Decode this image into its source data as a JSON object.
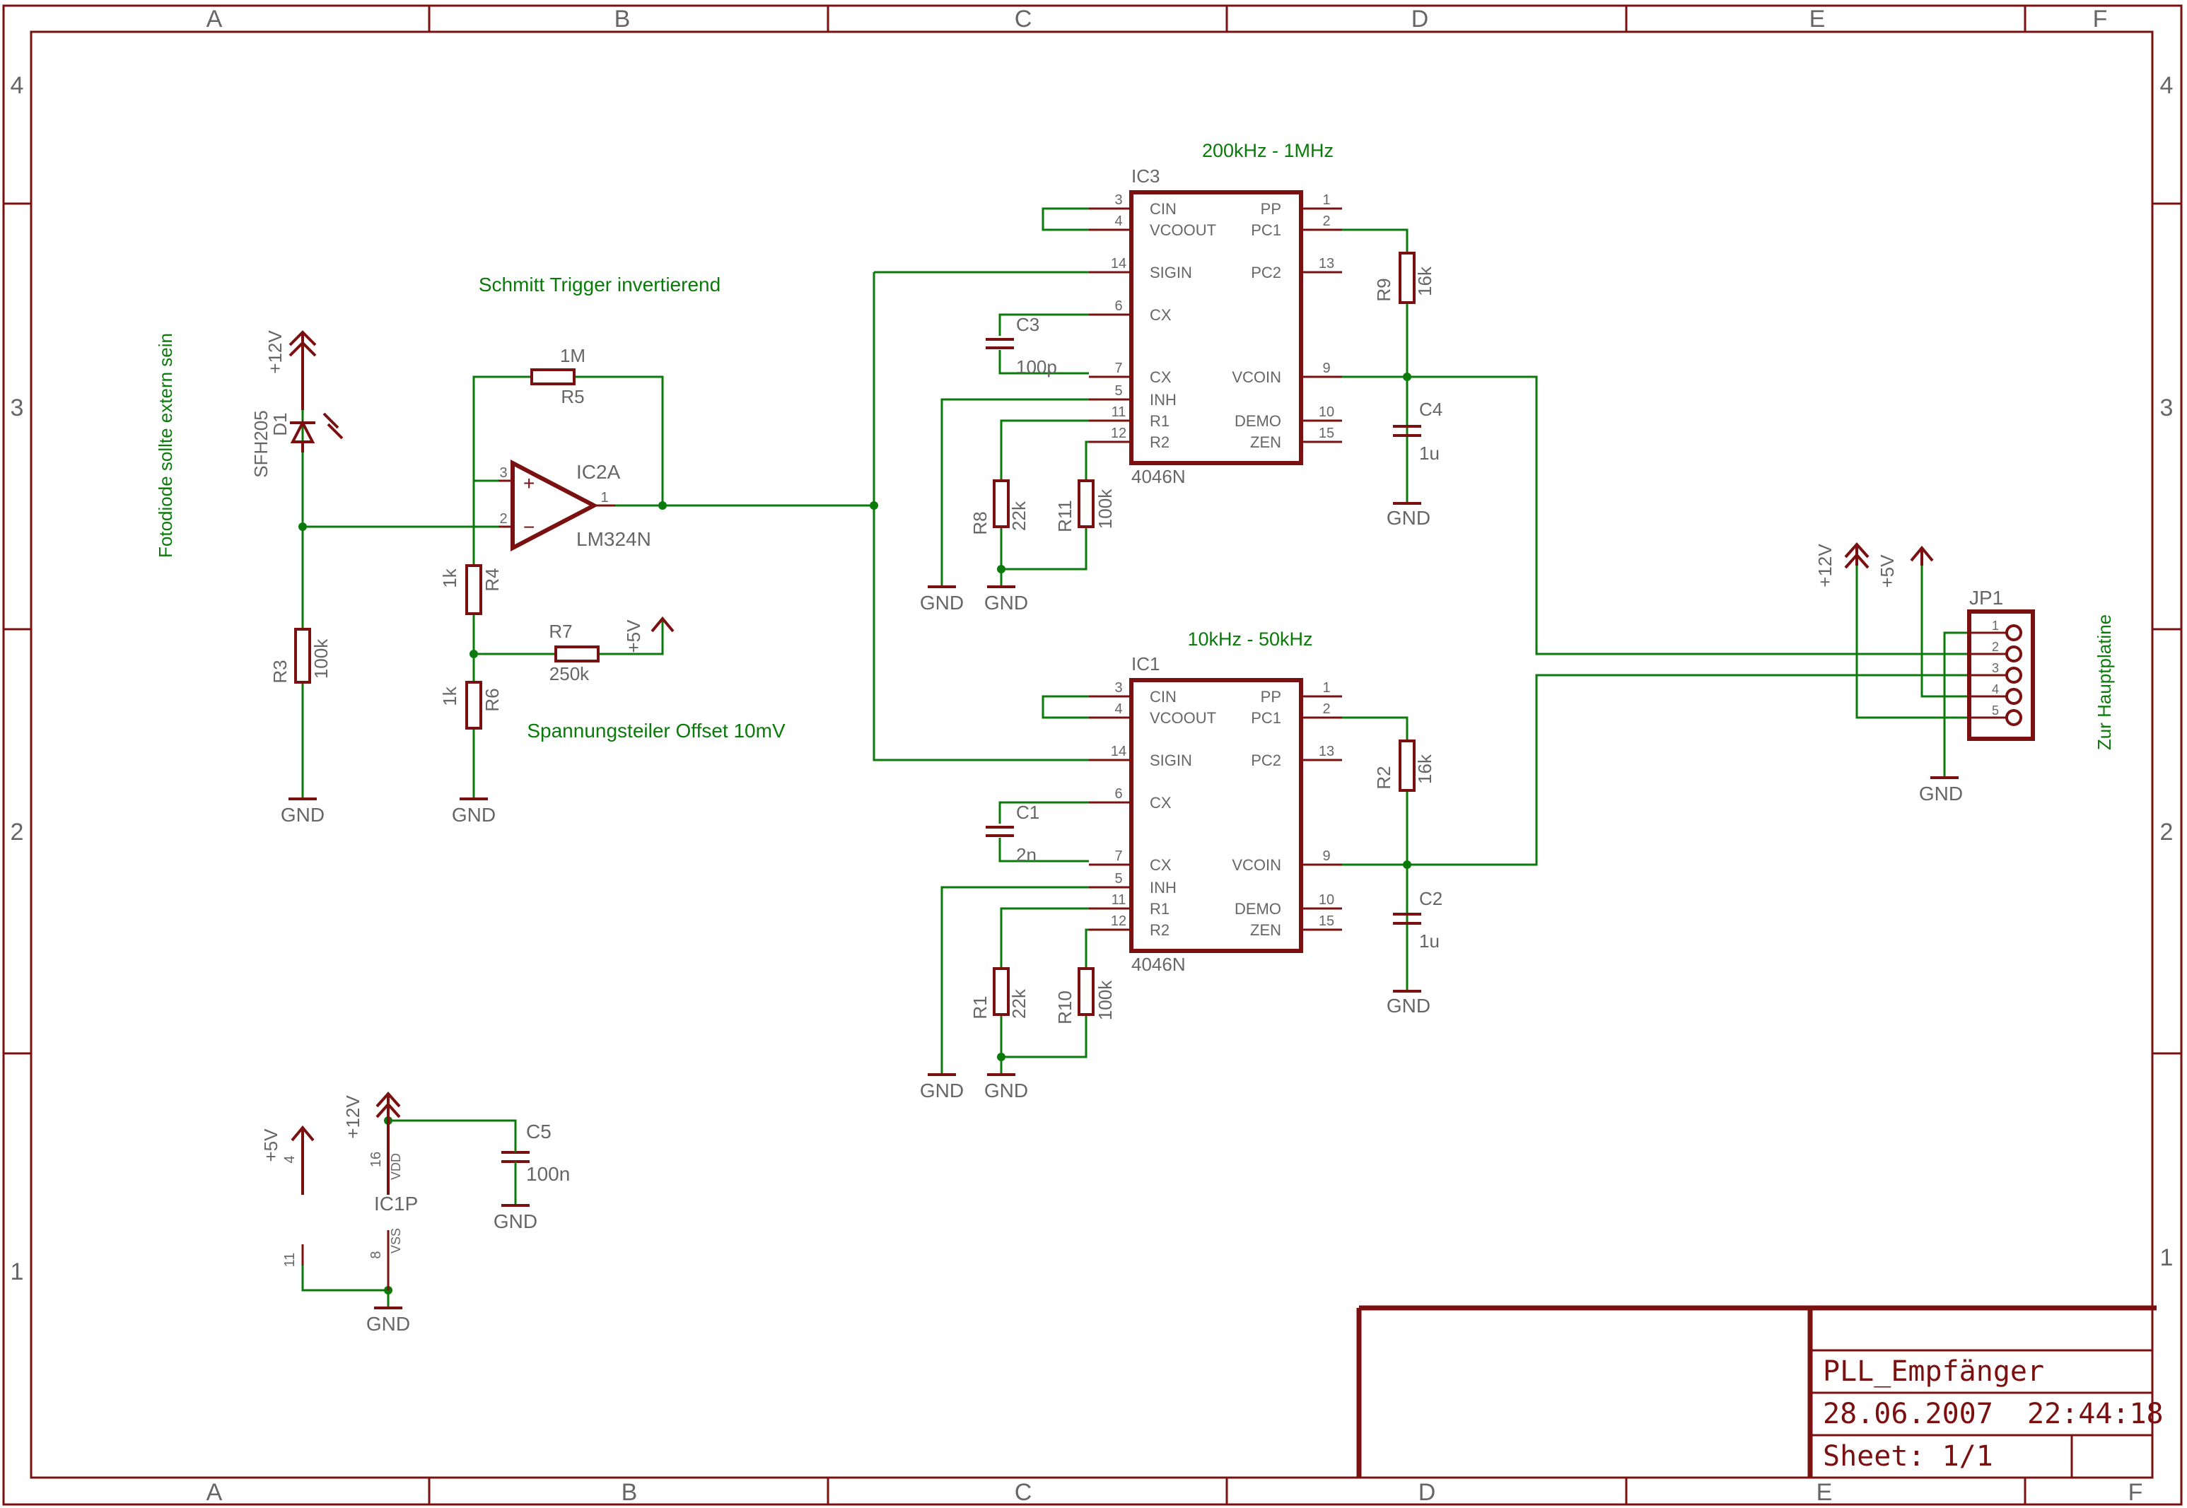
{
  "frame": {
    "columns": [
      "A",
      "B",
      "C",
      "D",
      "E",
      "F"
    ],
    "rows": [
      "4",
      "3",
      "2",
      "1"
    ]
  },
  "titleblock": {
    "title": "PLL_Empfänger",
    "datetime": "28.06.2007  22:44:18",
    "sheet": "Sheet: 1/1"
  },
  "notes": {
    "schmitt": "Schmitt Trigger invertierend",
    "divider": "Spannungsteiler Offset 10mV",
    "photodiode": "Fotodiode sollte extern sein",
    "mainboard": "Zur Hauptplatine",
    "range_top": "200kHz - 1MHz",
    "range_bottom": "10kHz - 50kHz"
  },
  "supply": {
    "p12": "+12V",
    "p5": "+5V",
    "gnd": "GND"
  },
  "parts": {
    "D1": {
      "name": "D1",
      "value": "SFH205"
    },
    "R3": {
      "name": "R3",
      "value": "100k"
    },
    "R5": {
      "name": "R5",
      "value": "1M"
    },
    "R4": {
      "name": "R4",
      "value": "1k"
    },
    "R6": {
      "name": "R6",
      "value": "1k"
    },
    "R7": {
      "name": "R7",
      "value": "250k"
    },
    "IC2A": {
      "name": "IC2A",
      "value": "LM324N",
      "pin_plus": "3",
      "pin_minus": "2",
      "pin_out": "1",
      "plus": "+",
      "minus": "−"
    },
    "IC3": {
      "name": "IC3",
      "value": "4046N"
    },
    "IC1": {
      "name": "IC1",
      "value": "4046N"
    },
    "C3": {
      "name": "C3",
      "value": "100p"
    },
    "C1": {
      "name": "C1",
      "value": "2n"
    },
    "C4": {
      "name": "C4",
      "value": "1u"
    },
    "C2": {
      "name": "C2",
      "value": "1u"
    },
    "C5": {
      "name": "C5",
      "value": "100n"
    },
    "R9": {
      "name": "R9",
      "value": "16k"
    },
    "R2": {
      "name": "R2",
      "value": "16k"
    },
    "R8": {
      "name": "R8",
      "value": "22k"
    },
    "R11": {
      "name": "R11",
      "value": "100k"
    },
    "R1": {
      "name": "R1",
      "value": "22k"
    },
    "R10": {
      "name": "R10",
      "value": "100k"
    },
    "JP1": {
      "name": "JP1",
      "pins": [
        "1",
        "2",
        "3",
        "4",
        "5"
      ]
    },
    "IC1P": {
      "name": "IC1P",
      "vdd": "VDD",
      "vss": "VSS",
      "pin_vdd": "16",
      "pin_vss": "8",
      "pin_4": "4",
      "pin_11": "11"
    }
  },
  "ic4046": {
    "left": [
      {
        "pin": "3",
        "label": "CIN"
      },
      {
        "pin": "4",
        "label": "VCOOUT"
      },
      {
        "pin": "14",
        "label": "SIGIN"
      },
      {
        "pin": "6",
        "label": "CX"
      },
      {
        "pin": "7",
        "label": "CX"
      },
      {
        "pin": "5",
        "label": "INH"
      },
      {
        "pin": "11",
        "label": "R1"
      },
      {
        "pin": "12",
        "label": "R2"
      }
    ],
    "right": [
      {
        "pin": "1",
        "label": "PP"
      },
      {
        "pin": "2",
        "label": "PC1"
      },
      {
        "pin": "13",
        "label": "PC2"
      },
      {
        "pin": "9",
        "label": "VCOIN"
      },
      {
        "pin": "10",
        "label": "DEMO"
      },
      {
        "pin": "15",
        "label": "ZEN"
      }
    ]
  }
}
